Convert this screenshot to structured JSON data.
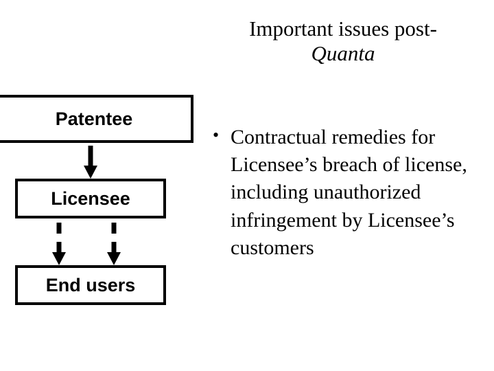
{
  "title": {
    "line1": "Important issues post-",
    "line2": "Quanta"
  },
  "diagram": {
    "nodes": [
      {
        "id": "patentee",
        "label": "Patentee"
      },
      {
        "id": "licensee",
        "label": "Licensee"
      },
      {
        "id": "end-users",
        "label": "End users"
      }
    ],
    "connectors": [
      {
        "from": "patentee",
        "to": "licensee",
        "style": "solid-arrow"
      },
      {
        "from": "licensee",
        "to": "end-users",
        "style": "dashed-arrow-left"
      },
      {
        "from": "licensee",
        "to": "end-users",
        "style": "dashed-arrow-right"
      }
    ]
  },
  "bullets": [
    {
      "marker": "•",
      "text": "Contractual remedies for Licensee’s breach of license, including unauthorized infringement by Licensee’s customers"
    }
  ],
  "colors": {
    "stroke": "#000000",
    "background": "#ffffff",
    "text": "#000000"
  }
}
